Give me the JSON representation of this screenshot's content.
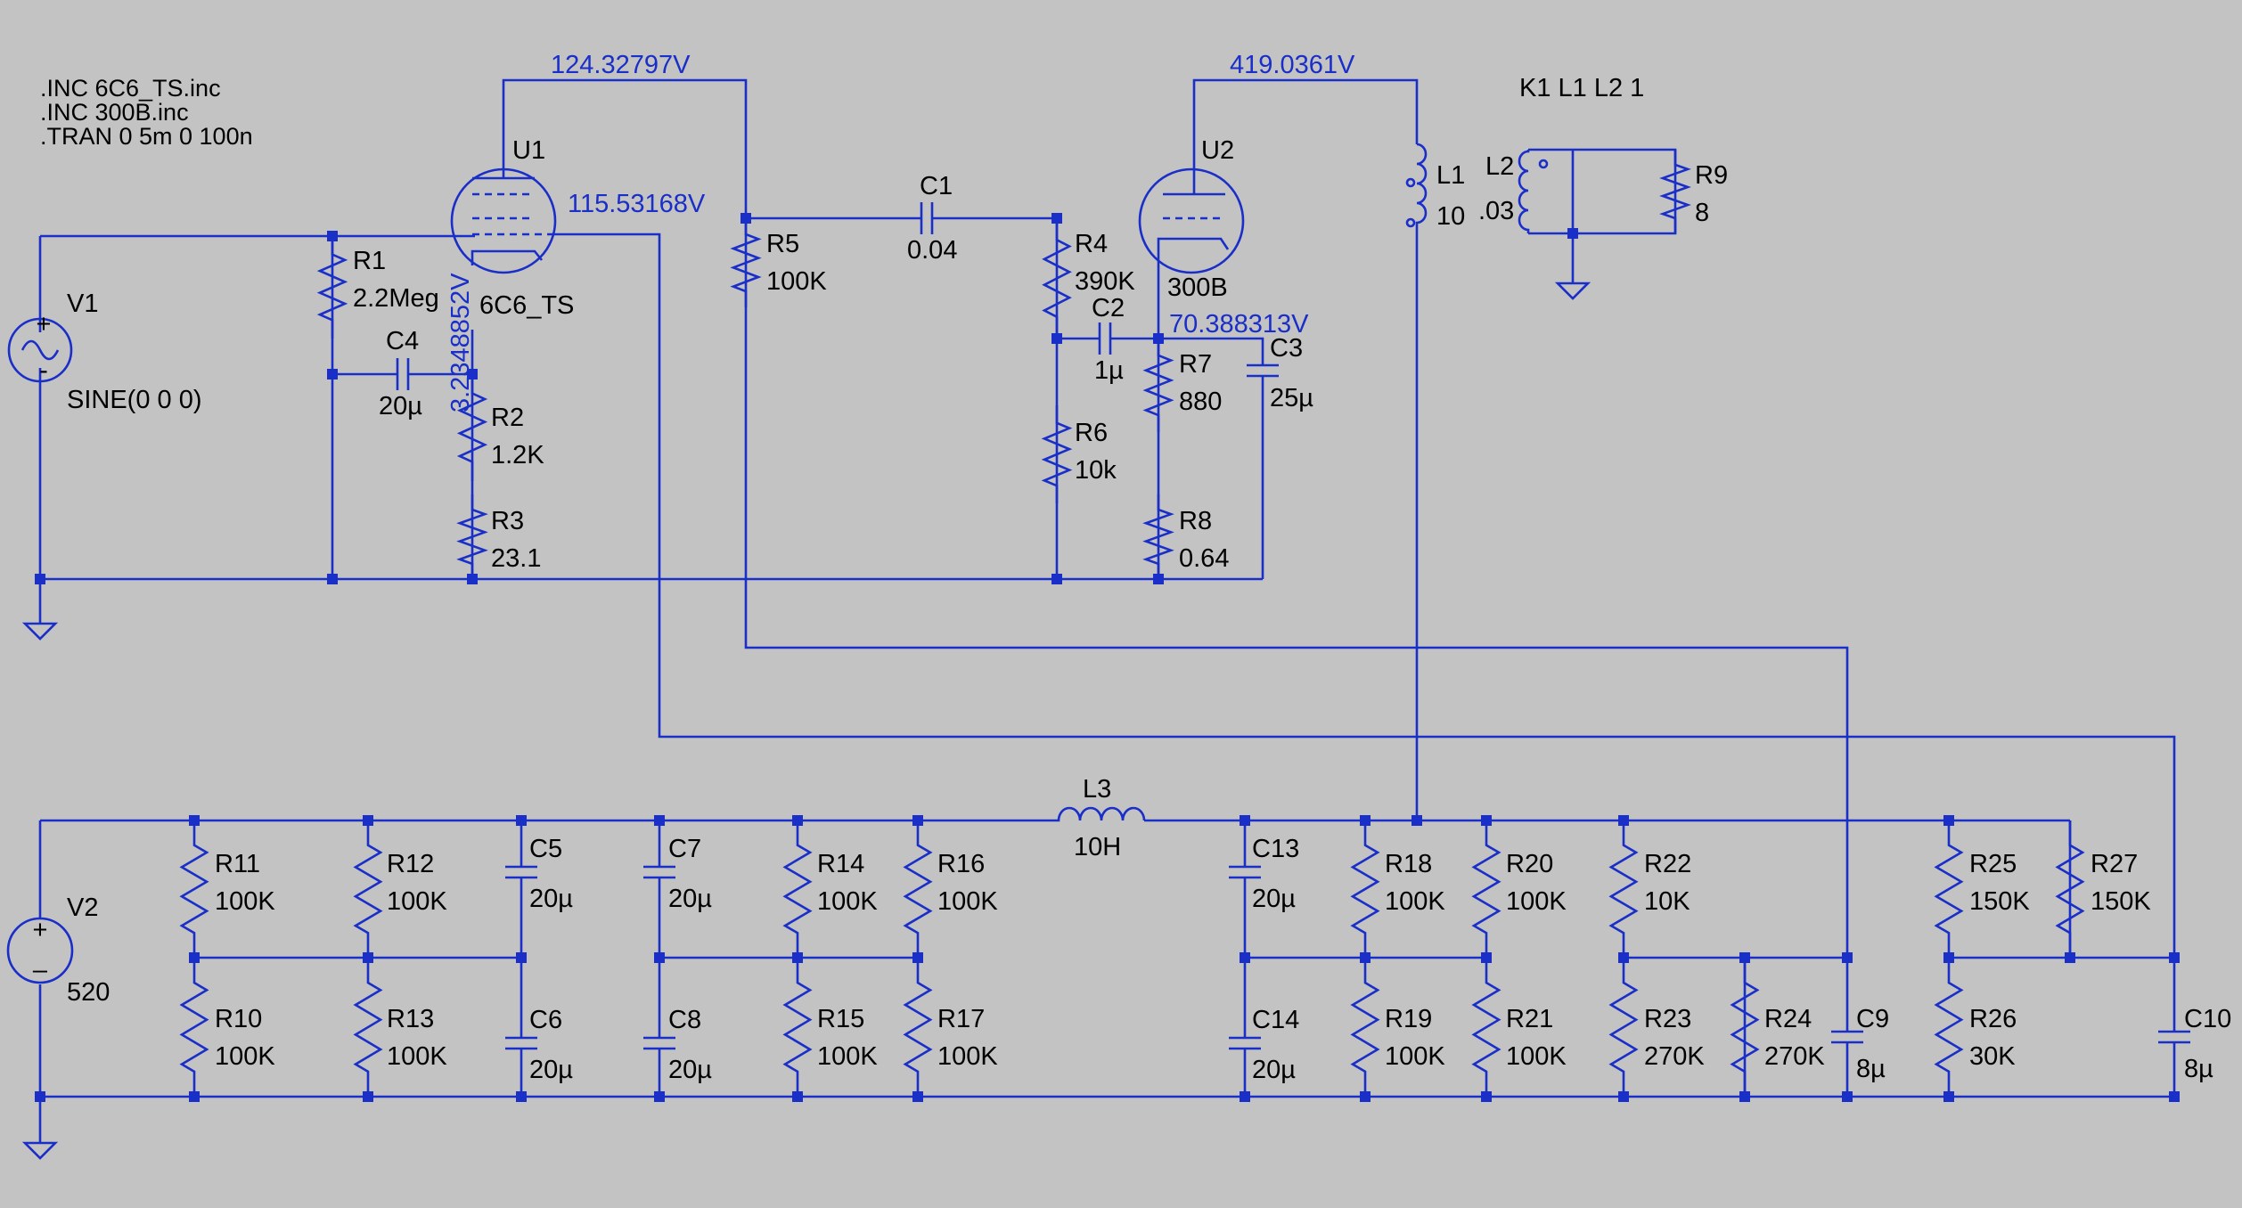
{
  "directives": [
    ".INC 6C6_TS.inc",
    ".INC 300B.inc",
    ".TRAN 0 5m 0 100n"
  ],
  "coupling": "K1 L1 L2 1",
  "voltages": {
    "u1_plate": "124.32797V",
    "u1_screen": "115.53168V",
    "u1_cathode": "3.2348852V",
    "u2_plate": "419.0361V",
    "u2_cathode": "70.388313V"
  },
  "components": {
    "V1": {
      "name": "V1",
      "value": "SINE(0 0 0)"
    },
    "V2": {
      "name": "V2",
      "value": "520"
    },
    "U1": {
      "name": "U1",
      "value": "6C6_TS"
    },
    "U2": {
      "name": "U2",
      "value": "300B"
    },
    "R1": {
      "name": "R1",
      "value": "2.2Meg"
    },
    "R2": {
      "name": "R2",
      "value": "1.2K"
    },
    "R3": {
      "name": "R3",
      "value": "23.1"
    },
    "R4": {
      "name": "R4",
      "value": "390K"
    },
    "R5": {
      "name": "R5",
      "value": "100K"
    },
    "R6": {
      "name": "R6",
      "value": "10k"
    },
    "R7": {
      "name": "R7",
      "value": "880"
    },
    "R8": {
      "name": "R8",
      "value": "0.64"
    },
    "R9": {
      "name": "R9",
      "value": "8"
    },
    "R10": {
      "name": "R10",
      "value": "100K"
    },
    "R11": {
      "name": "R11",
      "value": "100K"
    },
    "R12": {
      "name": "R12",
      "value": "100K"
    },
    "R13": {
      "name": "R13",
      "value": "100K"
    },
    "R14": {
      "name": "R14",
      "value": "100K"
    },
    "R15": {
      "name": "R15",
      "value": "100K"
    },
    "R16": {
      "name": "R16",
      "value": "100K"
    },
    "R17": {
      "name": "R17",
      "value": "100K"
    },
    "R18": {
      "name": "R18",
      "value": "100K"
    },
    "R19": {
      "name": "R19",
      "value": "100K"
    },
    "R20": {
      "name": "R20",
      "value": "100K"
    },
    "R21": {
      "name": "R21",
      "value": "100K"
    },
    "R22": {
      "name": "R22",
      "value": "10K"
    },
    "R23": {
      "name": "R23",
      "value": "270K"
    },
    "R24": {
      "name": "R24",
      "value": "270K"
    },
    "R25": {
      "name": "R25",
      "value": "150K"
    },
    "R26": {
      "name": "R26",
      "value": "30K"
    },
    "R27": {
      "name": "R27",
      "value": "150K"
    },
    "C1": {
      "name": "C1",
      "value": "0.04"
    },
    "C2": {
      "name": "C2",
      "value": "1µ"
    },
    "C3": {
      "name": "C3",
      "value": "25µ"
    },
    "C4": {
      "name": "C4",
      "value": "20µ"
    },
    "C5": {
      "name": "C5",
      "value": "20µ"
    },
    "C6": {
      "name": "C6",
      "value": "20µ"
    },
    "C7": {
      "name": "C7",
      "value": "20µ"
    },
    "C8": {
      "name": "C8",
      "value": "20µ"
    },
    "C9": {
      "name": "C9",
      "value": "8µ"
    },
    "C10": {
      "name": "C10",
      "value": "8µ"
    },
    "C13": {
      "name": "C13",
      "value": "20µ"
    },
    "C14": {
      "name": "C14",
      "value": "20µ"
    },
    "L1": {
      "name": "L1",
      "value": "10"
    },
    "L2": {
      "name": "L2",
      "value": ".03"
    },
    "L3": {
      "name": "L3",
      "value": "10H"
    }
  },
  "colors": {
    "background": "#c3c3c3",
    "wire": "#1a2ec8",
    "text": "#000000"
  }
}
